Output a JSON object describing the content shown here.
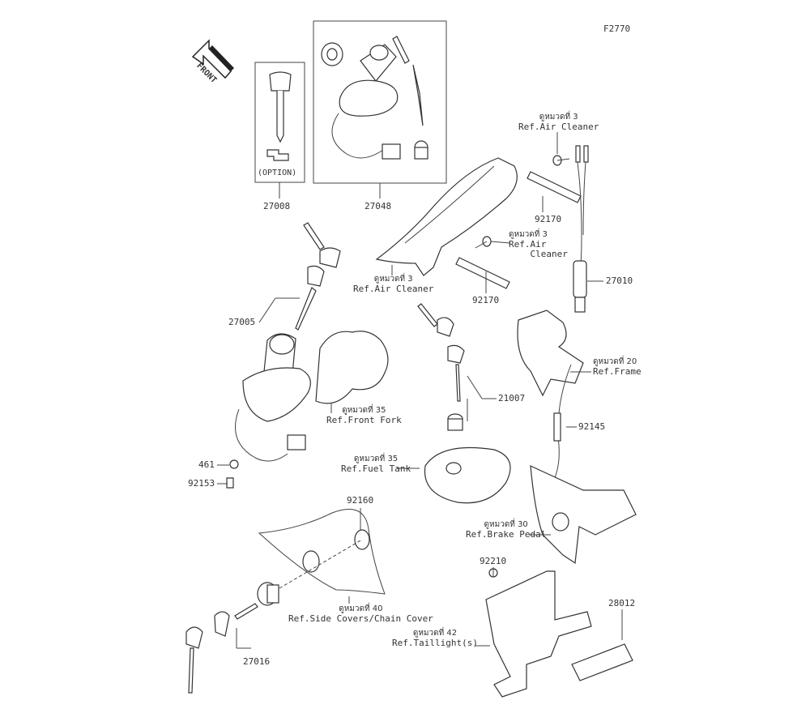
{
  "figure_code": "F2770",
  "front_arrow": "FRONT",
  "option_label": "(OPTION)",
  "parts": [
    {
      "num": "27008"
    },
    {
      "num": "27048"
    },
    {
      "num": "92170"
    },
    {
      "num": "92170"
    },
    {
      "num": "27010"
    },
    {
      "num": "27005"
    },
    {
      "num": "21007"
    },
    {
      "num": "92145"
    },
    {
      "num": "461"
    },
    {
      "num": "92153"
    },
    {
      "num": "92160"
    },
    {
      "num": "27016"
    },
    {
      "num": "92210"
    },
    {
      "num": "28012"
    }
  ],
  "refs": [
    {
      "th": "ดูหมวดที่ 3",
      "en": "Ref.Air Cleaner"
    },
    {
      "th": "ดูหมวดที่ 3",
      "en": "Ref.Air Cleaner"
    },
    {
      "th": "ดูหมวดที่ 3",
      "en": "Ref.Air Cleaner"
    },
    {
      "th": "ดูหมวดที่ 20",
      "en": "Ref.Frame"
    },
    {
      "th": "ดูหมวดที่ 35",
      "en": "Ref.Front Fork"
    },
    {
      "th": "ดูหมวดที่ 35",
      "en": "Ref.Fuel Tank"
    },
    {
      "th": "ดูหมวดที่ 30",
      "en": "Ref.Brake Pedal"
    },
    {
      "th": "ดูหมวดที่ 40",
      "en": "Ref.Side Covers/Chain Cover"
    },
    {
      "th": "ดูหมวดที่ 42",
      "en": "Ref.Taillight(s)"
    }
  ]
}
